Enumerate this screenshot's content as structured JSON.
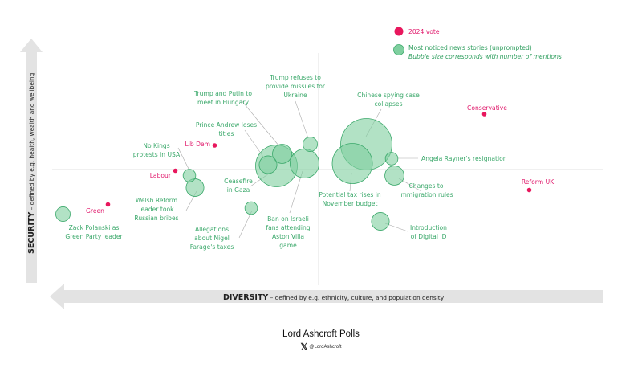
{
  "chart_data": {
    "type": "scatter",
    "title": "",
    "xlabel_bold": "DIVERSITY",
    "xlabel_rest": " – defined by e.g. ethnicity, culture, and population density",
    "ylabel_bold": "SECURITY",
    "ylabel_rest": " – defined by e.g. health, wealth and wellbeing",
    "xlim": [
      -100,
      100
    ],
    "ylim": [
      -100,
      100
    ],
    "grid": false,
    "legend_placement": "top-right",
    "legend": {
      "parties": "2024 vote",
      "stories_line1": "Most noticed news stories (unprompted)",
      "stories_line2": "Bubble size corresponds with number of mentions"
    },
    "colors": {
      "party": "#e8175d",
      "story_fill": "#7fcf9f",
      "story_stroke": "#3aa86a",
      "story_text": "#3aa86a",
      "arrow": "#e3e3e3"
    },
    "parties": [
      {
        "name": "Conservative",
        "x": 59,
        "y": 46
      },
      {
        "name": "Reform UK",
        "x": 75,
        "y": -17
      },
      {
        "name": "Lib Dem",
        "x": -37,
        "y": 20
      },
      {
        "name": "Labour",
        "x": -51,
        "y": -1
      },
      {
        "name": "Green",
        "x": -75,
        "y": -29
      }
    ],
    "stories": [
      {
        "label_lines": [
          "Chinese spying case",
          "collapses"
        ],
        "x": 17,
        "y": 21,
        "mentions_relative": 100
      },
      {
        "label_lines": [
          "Potential tax rises in",
          "November budget"
        ],
        "x": 12,
        "y": 5,
        "mentions_relative": 61
      },
      {
        "label_lines": [
          "Ceasefire",
          "in Gaza"
        ],
        "x": -15,
        "y": 3,
        "mentions_relative": 66
      },
      {
        "label_lines": [
          "Prince Andrew loses",
          "titles"
        ],
        "x": -18,
        "y": 4,
        "mentions_relative": 12
      },
      {
        "label_lines": [
          "Trump and Putin to",
          "meet in Hungary"
        ],
        "x": -13,
        "y": 13,
        "mentions_relative": 14
      },
      {
        "label_lines": [
          "Ban on Israeli",
          "fans attending",
          "Aston Villa",
          "game"
        ],
        "x": -5,
        "y": 5,
        "mentions_relative": 32
      },
      {
        "label_lines": [
          "Trump refuses to",
          "provide missiles for",
          "Ukraine"
        ],
        "x": -3,
        "y": 21,
        "mentions_relative": 8
      },
      {
        "label_lines": [
          "Angela Rayner's resignation"
        ],
        "x": 26,
        "y": 9,
        "mentions_relative": 6
      },
      {
        "label_lines": [
          "Changes to",
          "immigration rules"
        ],
        "x": 27,
        "y": -5,
        "mentions_relative": 14
      },
      {
        "label_lines": [
          "Introduction",
          "of Digital ID"
        ],
        "x": 22,
        "y": -43,
        "mentions_relative": 12
      },
      {
        "label_lines": [
          "No Kings",
          "protests in USA"
        ],
        "x": -46,
        "y": -5,
        "mentions_relative": 6
      },
      {
        "label_lines": [
          "Welsh Reform",
          "leader took",
          "Russian bribes"
        ],
        "x": -44,
        "y": -15,
        "mentions_relative": 12
      },
      {
        "label_lines": [
          "Allegations",
          "about Nigel",
          "Farage's taxes"
        ],
        "x": -24,
        "y": -32,
        "mentions_relative": 6
      },
      {
        "label_lines": [
          "Zack Polanski as",
          "Green Party leader"
        ],
        "x": -91,
        "y": -37,
        "mentions_relative": 8
      }
    ]
  },
  "footer": {
    "brand": "Lord Ashcroft Polls",
    "x_icon": "𝕏",
    "handle": "@LordAshcroft"
  }
}
